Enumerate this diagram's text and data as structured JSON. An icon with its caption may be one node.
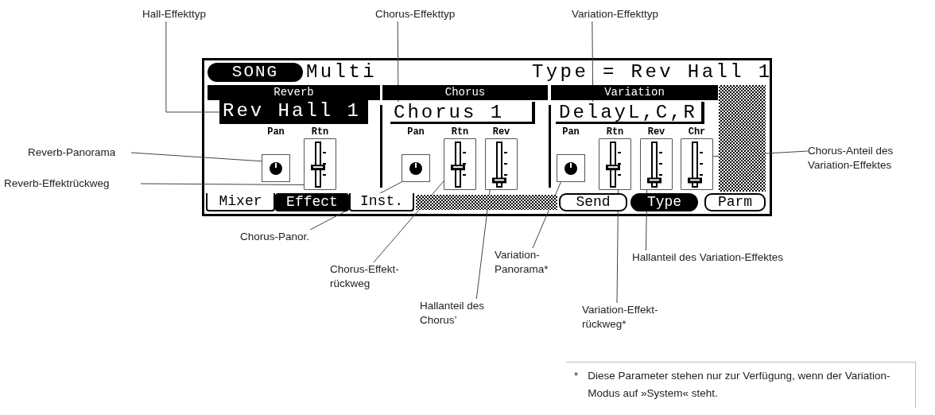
{
  "diagram": {
    "nodes": [
      {
        "text": [
          "Hall-Effekttyp"
        ]
      },
      {
        "text": [
          "Chorus-Effekttyp"
        ]
      },
      {
        "text": [
          "Variation-Effekttyp"
        ]
      },
      {
        "text": [
          "Reverb-Panorama"
        ]
      },
      {
        "text": [
          "Reverb-Effektrückweg"
        ]
      },
      {
        "text": [
          "Chorus-Anteil des Variation-Effektes"
        ]
      },
      {
        "text": [
          "Chorus-Panor."
        ]
      },
      {
        "text": [
          "Chorus-Effekt- rückweg"
        ]
      },
      {
        "text": [
          "Hallanteil des Chorus’"
        ]
      },
      {
        "text": [
          "Variation- Panorama*"
        ]
      },
      {
        "text": [
          "Variation-Effekt- rückweg*"
        ]
      },
      {
        "text": [
          "Hallanteil des Variation-Effektes"
        ]
      },
      {
        "text": [],
        "shape": "box"
      },
      {
        "text": [
          "SONG"
        ],
        "in": 12
      },
      {
        "text": [
          "Reverb"
        ],
        "in": 12
      },
      {
        "text": [
          "Chorus"
        ],
        "in": 12
      },
      {
        "text": [
          "Variation"
        ],
        "in": 12
      },
      {
        "text": [
          "Rev Hall 1"
        ],
        "in": 12
      },
      {
        "text": [
          "Chorus 1"
        ],
        "in": 12
      },
      {
        "text": [
          "DelayL,C,R"
        ],
        "in": 12
      },
      {
        "text": [],
        "shape": "box",
        "in": 12
      },
      {
        "text": [],
        "shape": "bar",
        "in": 12
      },
      {
        "text": [],
        "shape": "box",
        "in": 12
      },
      {
        "text": [],
        "shape": "bar",
        "in": 12
      },
      {
        "text": [],
        "shape": "bar",
        "in": 12
      },
      {
        "text": [],
        "shape": "box",
        "in": 12
      },
      {
        "text": [],
        "shape": "bar",
        "in": 12
      },
      {
        "text": [],
        "shape": "bar",
        "in": 12
      },
      {
        "text": [],
        "shape": "bar",
        "in": 12
      },
      {
        "text": [
          "Mixer"
        ],
        "in": 12
      },
      {
        "text": [
          "Effect"
        ],
        "in": 12
      },
      {
        "text": [
          "Inst."
        ],
        "in": 12
      },
      {
        "text": [
          "Send"
        ],
        "in": 12
      },
      {
        "text": [
          "Type"
        ],
        "in": 12
      },
      {
        "text": [
          "Parm"
        ],
        "in": 12
      },
      {
        "text": [
          "*",
          "Diese Parameter stehen nur zur Verfügung, wenn der Variation-Modus auf »System« steht."
        ]
      }
    ],
    "edges": [
      {
        "from": 0,
        "to": 17,
        "arrow": "none"
      },
      {
        "from": 1,
        "to": 18,
        "arrow": "none"
      },
      {
        "from": 2,
        "to": 19,
        "arrow": "none"
      },
      {
        "from": 3,
        "to": 20,
        "arrow": "none"
      },
      {
        "from": 4,
        "to": 21,
        "arrow": "none"
      },
      {
        "from": 5,
        "to": 28,
        "arrow": "none"
      },
      {
        "from": 6,
        "to": 22,
        "arrow": "none"
      },
      {
        "from": 7,
        "to": 23,
        "arrow": "none"
      },
      {
        "from": 8,
        "to": 24,
        "arrow": "none"
      },
      {
        "from": 9,
        "to": 25,
        "arrow": "none"
      },
      {
        "from": 10,
        "to": 26,
        "arrow": "none"
      },
      {
        "from": 11,
        "to": 27,
        "arrow": "none"
      }
    ],
    "labels": [
      "Multi",
      "Type = Rev Hall 1",
      "Pan",
      "Rtn",
      "Pan",
      "Rtn",
      "Rev",
      "Pan",
      "Rtn",
      "Rev",
      "Chr"
    ]
  }
}
